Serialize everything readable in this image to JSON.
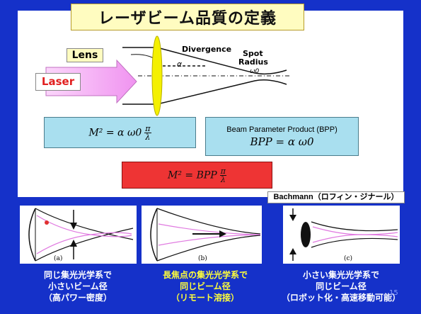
{
  "title": "レーザビーム品質の定義",
  "diagram": {
    "lens_label": "Lens",
    "laser_label": "Laser",
    "divergence_label": "Divergence",
    "alpha_label": "α",
    "spot_label_1": "Spot",
    "spot_label_2": "Radius",
    "omega_label": "ω0"
  },
  "equations": {
    "eq1_lhs": "M² = α ω0",
    "eq1_num": "π",
    "eq1_den": "λ",
    "eq2_title": "Beam Parameter Product (BPP)",
    "eq2_formula": "BPP = α ω0",
    "eq3_lhs": "M² = BPP",
    "eq3_num": "π",
    "eq3_den": "λ"
  },
  "bachmann_label": "Bachmann（ロフィン・ジナール）",
  "panels": [
    {
      "tag": "(a)",
      "caption_line1": "同じ集光光学系で",
      "caption_line2": "小さいビーム径",
      "caption_line3": "（高パワー密度）"
    },
    {
      "tag": "(b)",
      "caption_line1": "長焦点の集光光学系で",
      "caption_line2": "同じビーム径",
      "caption_line3": "（リモート溶接）"
    },
    {
      "tag": "(c)",
      "caption_line1": "小さい集光光学系で",
      "caption_line2": "同じビーム径",
      "caption_line3": "（ロボット化・高速移動可能）"
    }
  ],
  "page_number": "15",
  "colors": {
    "background": "#1531c9",
    "title_bg": "#fffcc0",
    "eq_blue": "#a9dfef",
    "eq_red": "#ee3434",
    "lens": "#f4f000",
    "arrow_pink": "#f6b0f6",
    "caption_yellow": "#ffff3a"
  }
}
